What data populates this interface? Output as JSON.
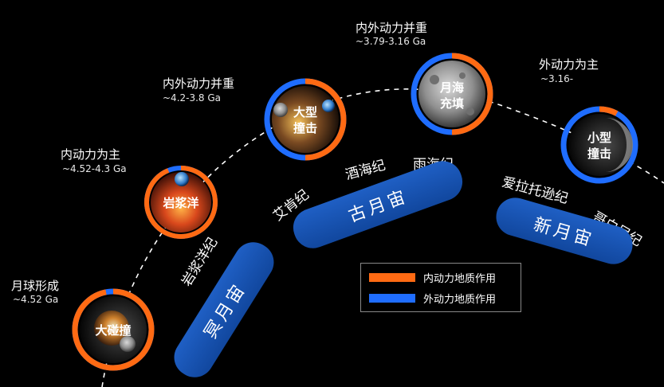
{
  "stages": [
    {
      "id": "moon-formation",
      "title": "月球形成",
      "age": "~4.52 Ga",
      "node": "大碰撞",
      "internal_frac": 0.97
    },
    {
      "id": "magma-ocean",
      "title": "内动力为主",
      "age": "~4.52-4.3 Ga",
      "node": "岩浆洋",
      "internal_frac": 0.94
    },
    {
      "id": "big-impact",
      "title": "内外动力并重",
      "age": "~4.2-3.8 Ga",
      "node": "大型\n撞击",
      "internal_frac": 0.5
    },
    {
      "id": "mare-fill",
      "title": "内外动力并重",
      "age": "~3.79-3.16 Ga",
      "node": "月海\n充填",
      "internal_frac": 0.5
    },
    {
      "id": "small-impact",
      "title": "外动力为主",
      "age": "~3.16-",
      "node": "小型\n撞击",
      "internal_frac": 0.08
    }
  ],
  "periods": {
    "magma_ocean": "岩浆洋纪",
    "aitken": "艾肯纪",
    "nectarian": "酒海纪",
    "imbrian": "雨海纪",
    "eratosthenian": "爱拉托逊纪",
    "copernican": "哥白尼纪"
  },
  "eons": {
    "hadean": "冥月宙",
    "paleo": "古月宙",
    "neo": "新月宙"
  },
  "legend": {
    "internal": {
      "label": "内动力地质作用",
      "color": "#ff6a13"
    },
    "external": {
      "label": "外动力地质作用",
      "color": "#1f6dff"
    }
  }
}
